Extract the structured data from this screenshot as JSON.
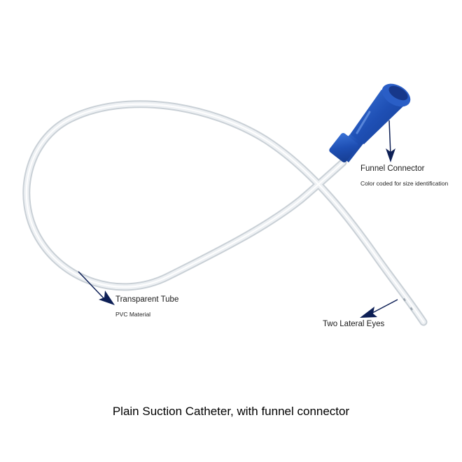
{
  "annotations": {
    "funnel_connector": {
      "title": "Funnel Connector",
      "subtitle": "Color coded for size identification"
    },
    "transparent_tube": {
      "title": "Transparent Tube",
      "subtitle": "PVC Material"
    },
    "lateral_eyes": {
      "title": "Two Lateral Eyes"
    }
  },
  "caption": "Plain Suction Catheter, with funnel connector",
  "colors": {
    "connector": "#1e4fb4",
    "arrow": "#0d1f55",
    "tube": "#e6ebef"
  }
}
